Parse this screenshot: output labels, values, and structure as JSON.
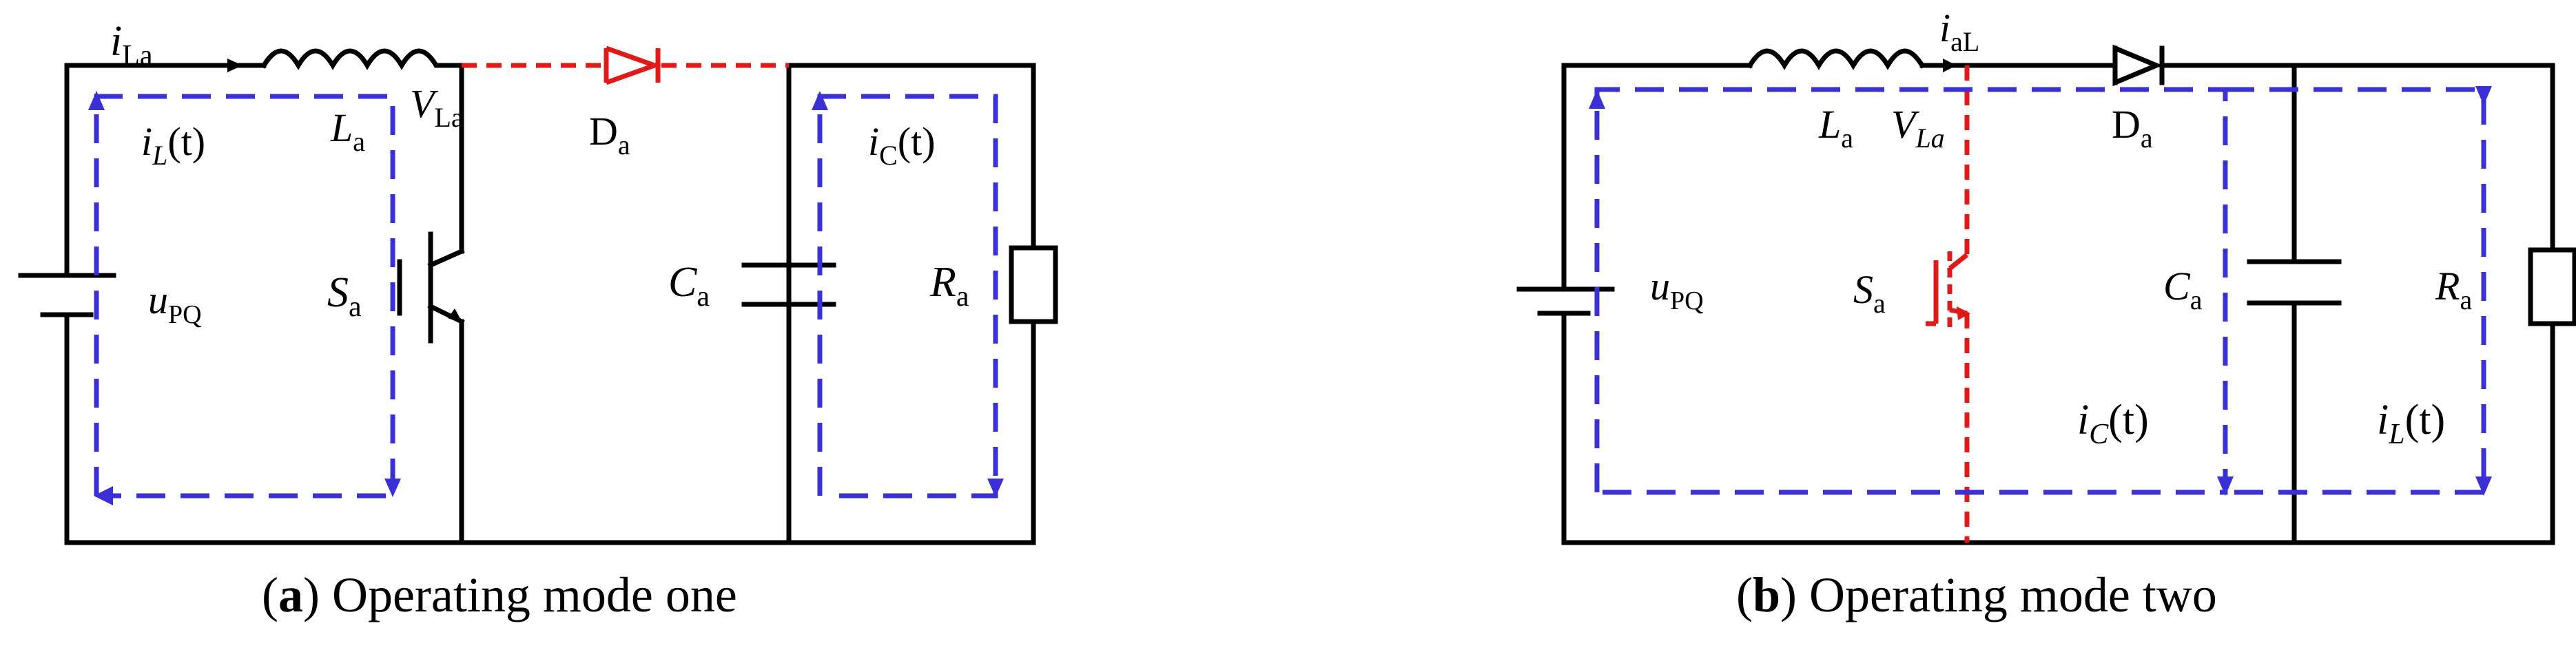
{
  "panel_a": {
    "caption_letter": "a",
    "caption_open": "(",
    "caption_rest": ") Operating mode one",
    "i_la": {
      "main": "i",
      "sub": "La"
    },
    "v_la": {
      "main": "V",
      "sub": "La"
    },
    "l_a": {
      "main": "L",
      "sub": "a"
    },
    "d_a": {
      "main": "D",
      "sub": "a"
    },
    "il_t": {
      "main": "i",
      "sub": "L",
      "tail": "(t)"
    },
    "ic_t": {
      "main": "i",
      "sub": "C",
      "tail": "(t)"
    },
    "upq": {
      "main": "u",
      "sub": "PQ"
    },
    "s_a": {
      "main": "S",
      "sub": "a"
    },
    "c_a": {
      "main": "C",
      "sub": "a"
    },
    "r_a": {
      "main": "R",
      "sub": "a"
    }
  },
  "panel_b": {
    "caption_letter": "b",
    "caption_open": "(",
    "caption_rest": ") Operating mode two",
    "i_al": {
      "main": "i",
      "sub": "aL"
    },
    "l_a": {
      "main": "L",
      "sub": "a"
    },
    "v_la": {
      "main": "V",
      "sub": "La"
    },
    "d_a": {
      "main": "D",
      "sub": "a"
    },
    "upq": {
      "main": "u",
      "sub": "PQ"
    },
    "s_a": {
      "main": "S",
      "sub": "a"
    },
    "c_a": {
      "main": "C",
      "sub": "a"
    },
    "r_a": {
      "main": "R",
      "sub": "a"
    },
    "ic_t": {
      "main": "i",
      "sub": "C",
      "tail": "(t)"
    },
    "il_t": {
      "main": "i",
      "sub": "L",
      "tail": "(t)"
    }
  },
  "colors": {
    "wire": "#000000",
    "off_path": "#e01919",
    "current_path": "#3b2fd6"
  }
}
